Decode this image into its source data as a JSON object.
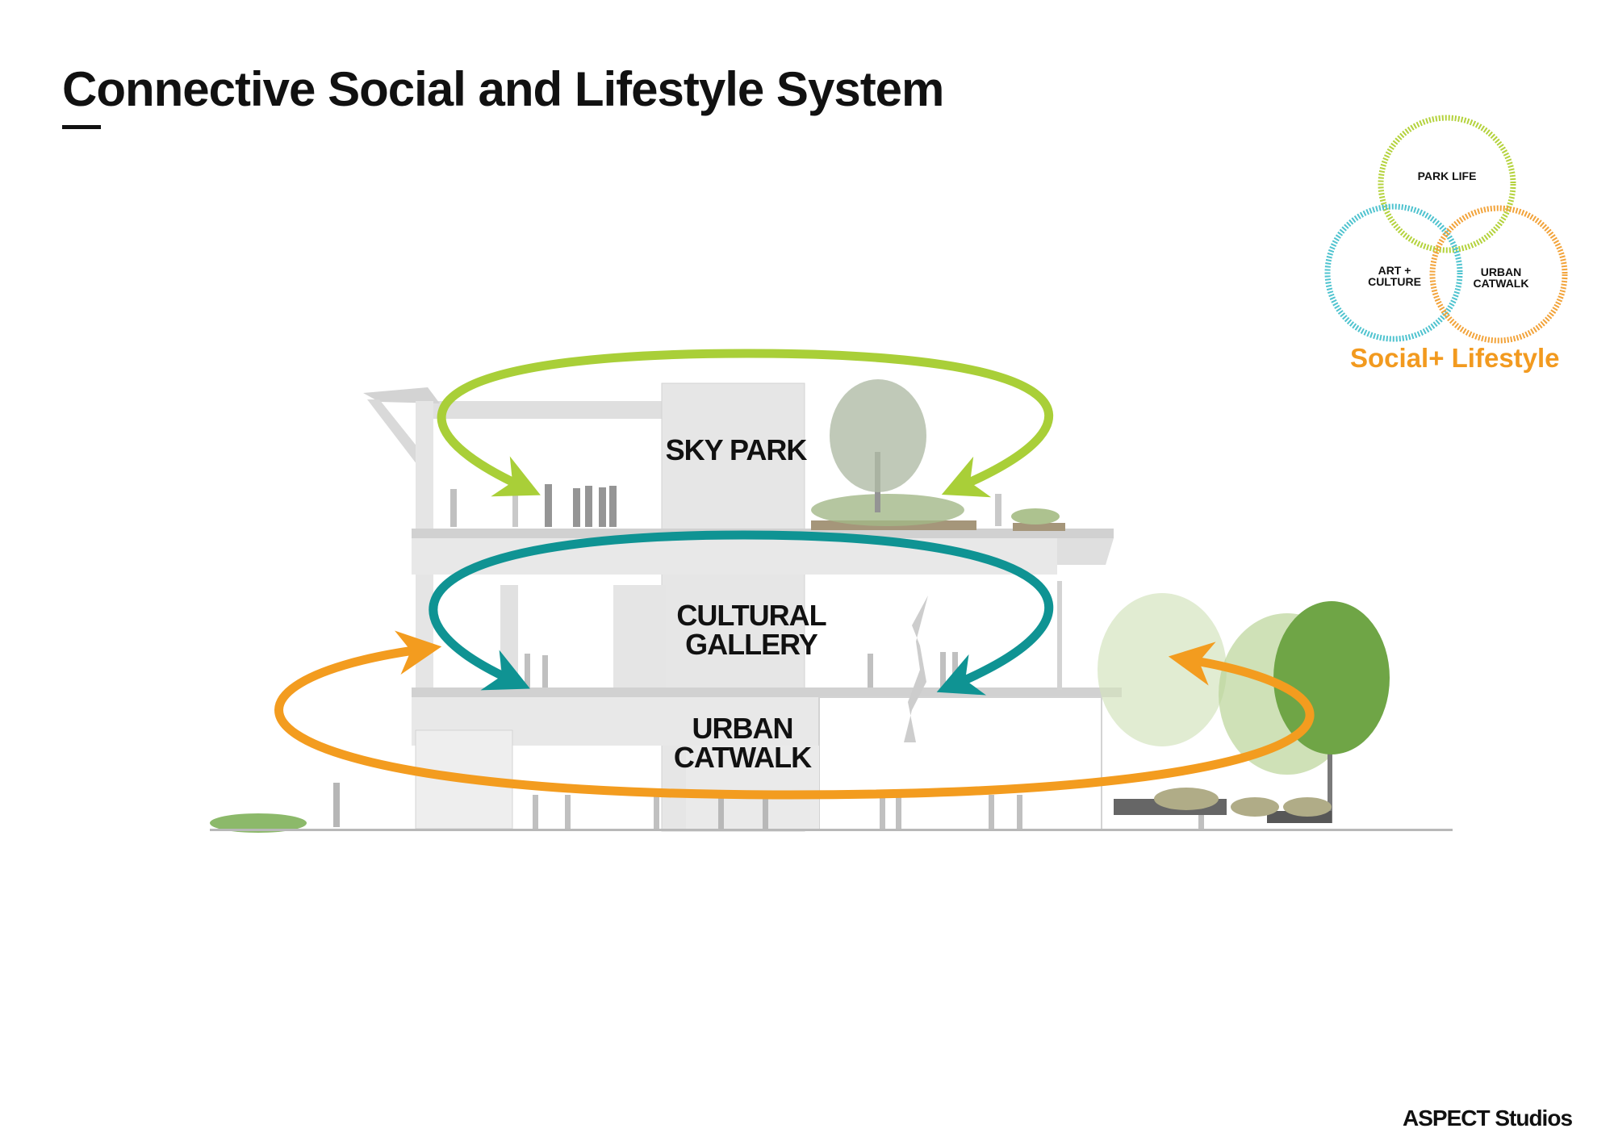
{
  "title": "Connective Social and Lifestyle System",
  "legend": {
    "circles": [
      {
        "label": "PARK LIFE",
        "color": "#b4d23c"
      },
      {
        "label_line1": "ART +",
        "label_line2": "CULTURE",
        "color": "#4fc3cf"
      },
      {
        "label_line1": "URBAN",
        "label_line2": "CATWALK",
        "color": "#f2a33a"
      }
    ],
    "caption": "Social+ Lifestyle",
    "caption_color": "#f29a1f"
  },
  "levels": {
    "sky_park": {
      "label": "SKY PARK",
      "color": "#a9cf38"
    },
    "cultural_gallery": {
      "line1": "CULTURAL",
      "line2": "GALLERY",
      "color": "#0f9393"
    },
    "urban_catwalk": {
      "line1": "URBAN",
      "line2": "CATWALK",
      "color": "#f39c1f"
    }
  },
  "footer": "ASPECT Studios"
}
